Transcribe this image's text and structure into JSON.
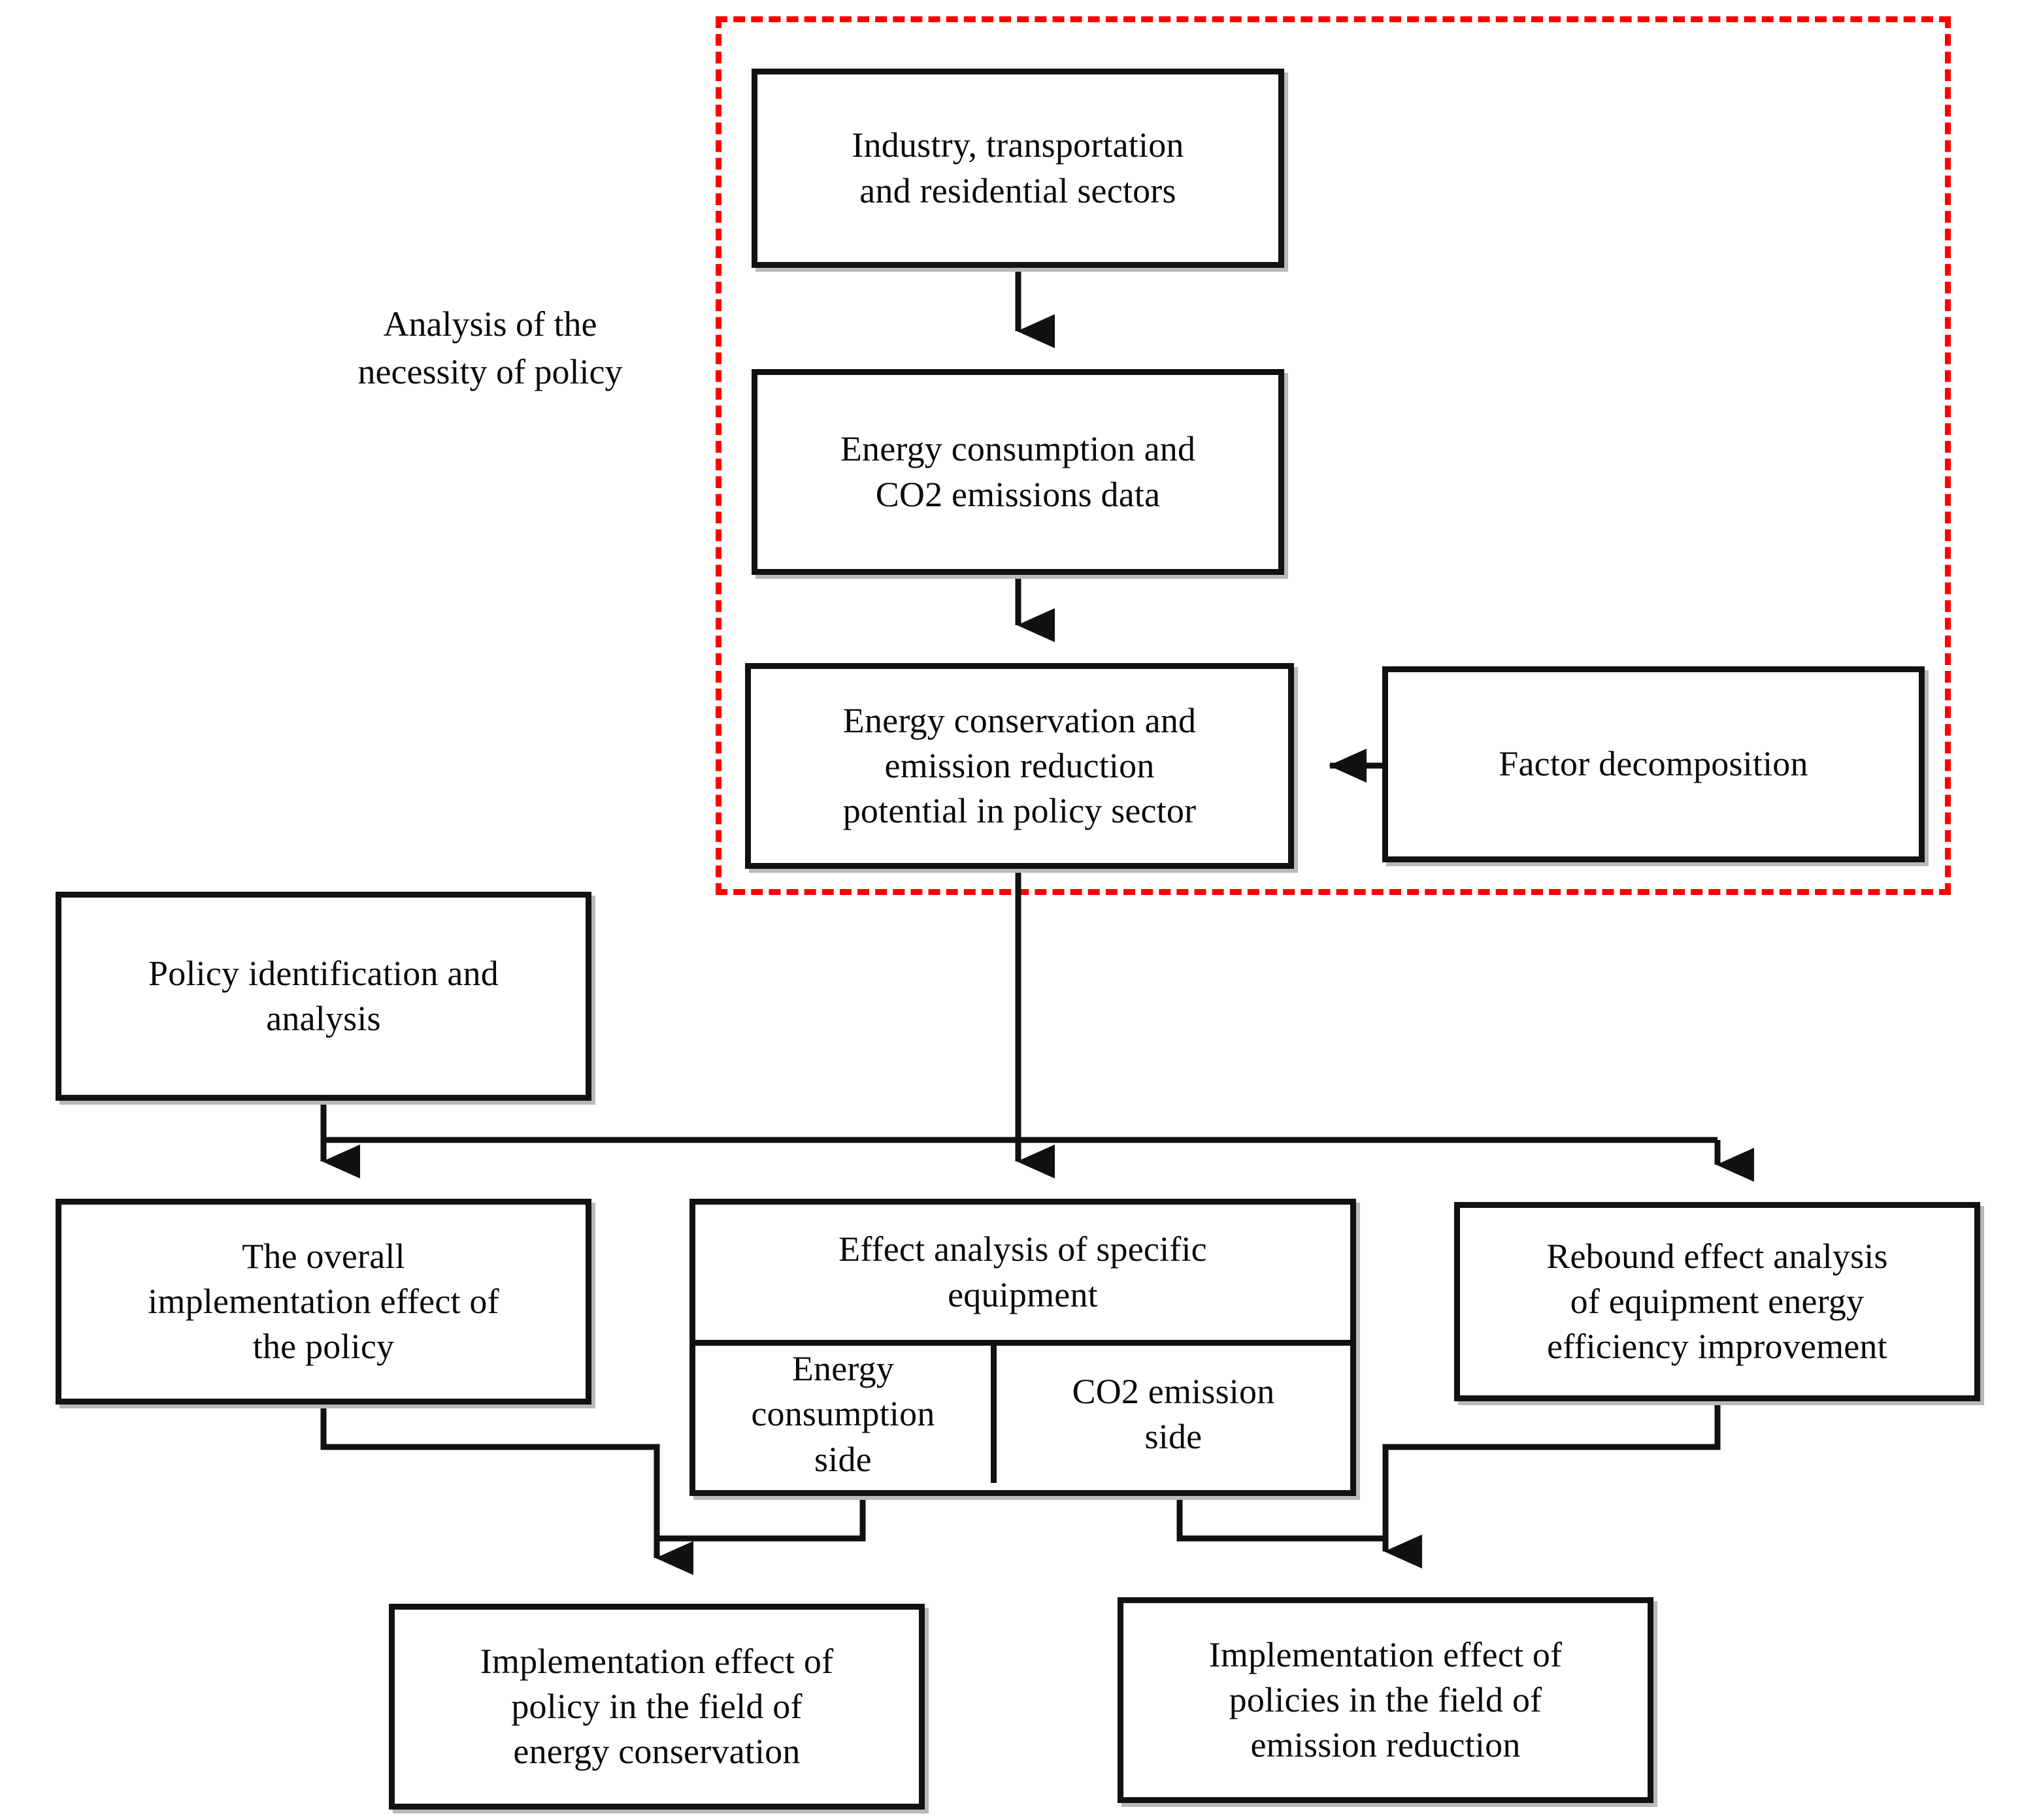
{
  "diagram": {
    "title_label": "Analysis of the necessity of policy",
    "accent_dashed_color": "#FE0000",
    "node_border_color": "#111111",
    "background_color": "#FFFFFF",
    "group": {
      "name": "necessity-of-policy-group",
      "style": "red dashed rectangle"
    },
    "side_label": {
      "line1": "Analysis of the",
      "line2": "necessity of policy"
    },
    "nodes": {
      "sectors": {
        "line1": "Industry, transportation",
        "line2": "and residential sectors"
      },
      "data": {
        "line1": "Energy consumption and",
        "line2": "CO2 emissions data"
      },
      "potential": {
        "line1": "Energy conservation and",
        "line2": "emission reduction",
        "line3": "potential in policy sector"
      },
      "factor_decomposition": {
        "line1": "Factor decomposition"
      },
      "policy_identification": {
        "line1": "Policy identification and",
        "line2": "analysis"
      },
      "overall_effect": {
        "line1": "The overall",
        "line2": "implementation effect of",
        "line3": "the policy"
      },
      "equipment_effect": {
        "head_line1": "Effect analysis of specific",
        "head_line2": "equipment",
        "cell_left_line1": "Energy",
        "cell_left_line2": "consumption",
        "cell_left_line3": "side",
        "cell_right_line1": "CO2 emission",
        "cell_right_line2": "side"
      },
      "rebound_effect": {
        "line1": "Rebound effect analysis",
        "line2": "of equipment energy",
        "line3": "efficiency improvement"
      },
      "impl_energy_conservation": {
        "line1": "Implementation effect of",
        "line2": "policy in the field of",
        "line3": "energy conservation"
      },
      "impl_emission_reduction": {
        "line1": "Implementation effect of",
        "line2": "policies in the field of",
        "line3": "emission reduction"
      }
    }
  }
}
